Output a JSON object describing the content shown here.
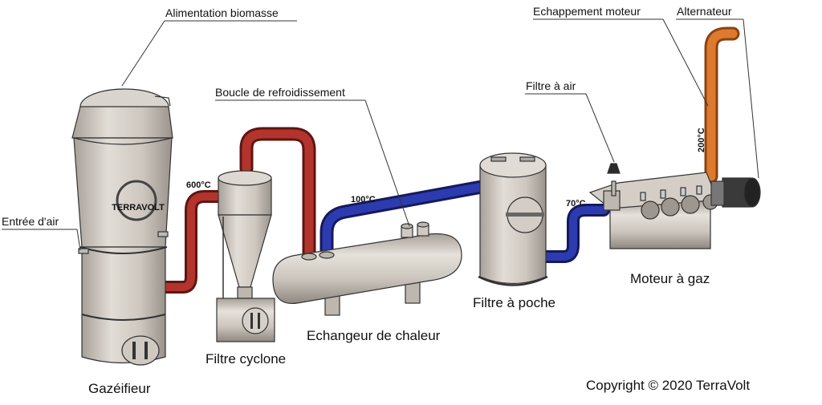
{
  "callouts": {
    "biomass_feed": "Alimentation biomasse",
    "cooling_loop": "Boucle de refroidissement",
    "air_inlet": "Entrée d'air",
    "air_filter": "Filtre à air",
    "engine_exhaust": "Echappement moteur",
    "alternator": "Alternateur"
  },
  "components": {
    "gasifier": "Gazéifieur",
    "cyclone": "Filtre cyclone",
    "heat_exchanger": "Echangeur de chaleur",
    "bag_filter": "Filtre à poche",
    "gas_engine": "Moteur à gaz"
  },
  "temperatures": {
    "gasifier_out": "600°C",
    "exchanger_out": "100°C",
    "filter_out": "70°C",
    "exhaust": "200°C"
  },
  "badge": "TERRAVOLT",
  "copyright": "Copyright © 2020 TerraVolt",
  "colors": {
    "hot_pipe": "#a8302a",
    "cool_pipe": "#2a36a8",
    "exhaust_pipe": "#d9752a",
    "metal": "#cfc9c1"
  }
}
